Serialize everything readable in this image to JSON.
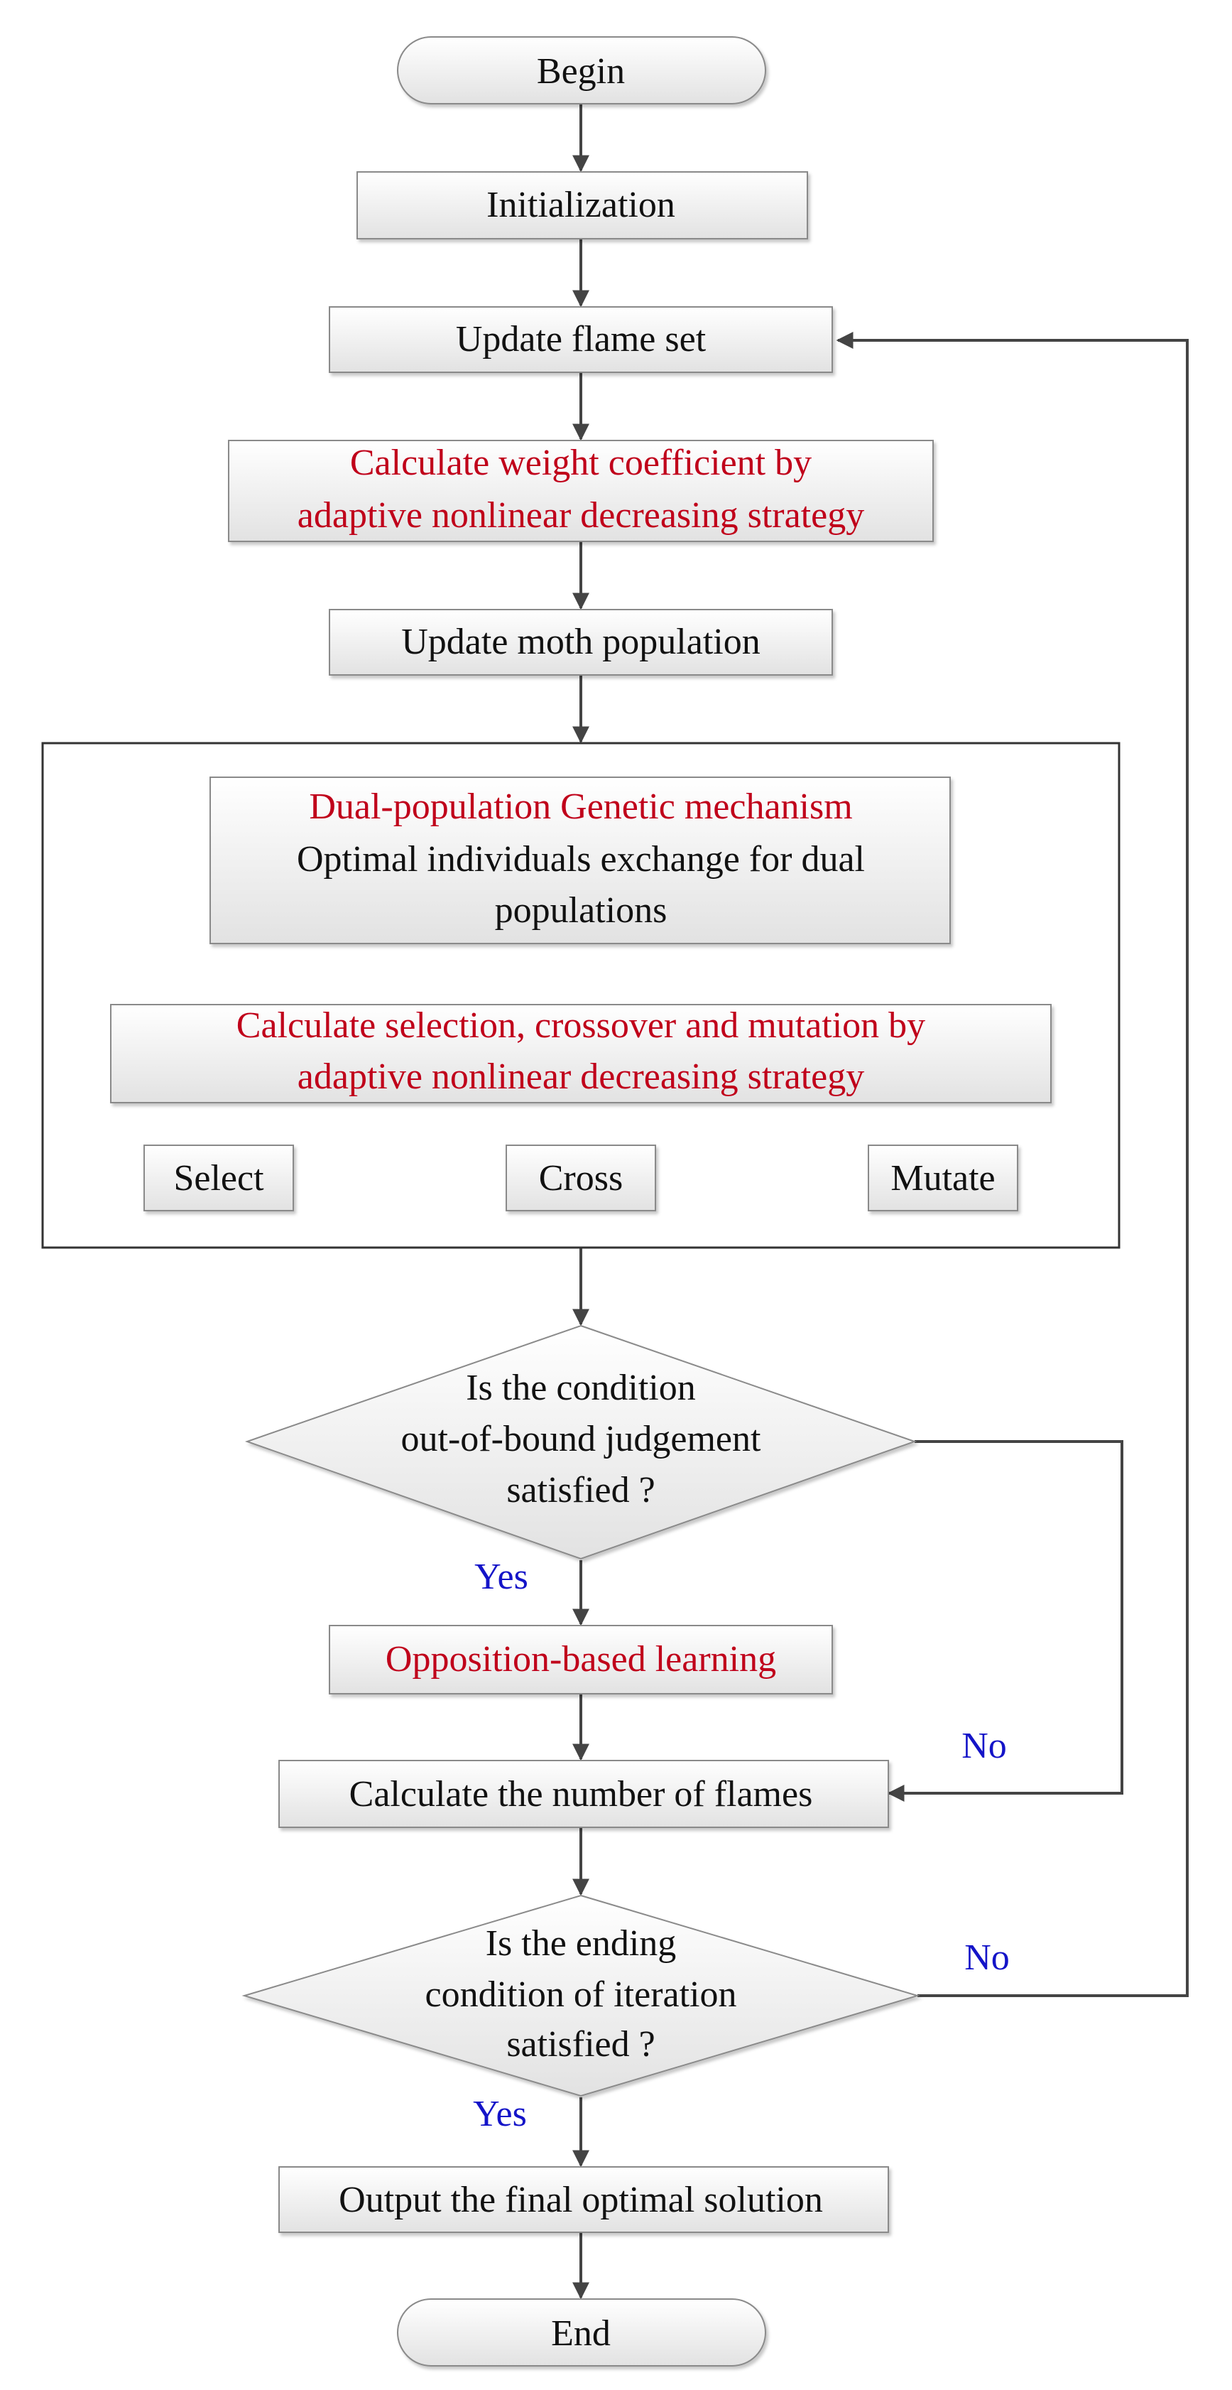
{
  "diagram": {
    "colors": {
      "text": "#111111",
      "highlight": "#c0001a",
      "branch_label": "#1414c8",
      "arrow": "#444444",
      "box_border": "#8a8a8a",
      "box_fill_top": "#ffffff",
      "box_fill_bottom": "#e2e2e2"
    },
    "nodes": {
      "begin": "Begin",
      "initialization": "Initialization",
      "update_flame_set": "Update flame set",
      "calculate_weight": {
        "line1": "Calculate weight coefficient by",
        "line2": "adaptive nonlinear decreasing strategy"
      },
      "update_moth_population": "Update moth population",
      "genetic_block": {
        "dual_population": {
          "line1": "Dual-population Genetic mechanism",
          "line2": "Optimal individuals exchange for dual",
          "line3": "populations"
        },
        "calculate_selection": {
          "line1": "Calculate selection, crossover and mutation by",
          "line2": "adaptive nonlinear decreasing strategy"
        },
        "select": "Select",
        "cross": "Cross",
        "mutate": "Mutate"
      },
      "out_of_bound_decision": {
        "line1": "Is the condition",
        "line2": "out-of-bound judgement",
        "line3": "satisfied ?"
      },
      "opposition_learning": "Opposition-based learning",
      "calculate_flames": "Calculate the number of flames",
      "ending_decision": {
        "line1": "Is the ending",
        "line2": "condition of iteration",
        "line3": "satisfied ?"
      },
      "output_solution": "Output the final optimal solution",
      "end": "End"
    },
    "branch_labels": {
      "bound_yes": "Yes",
      "bound_no": "No",
      "ending_yes": "Yes",
      "ending_no": "No"
    }
  }
}
